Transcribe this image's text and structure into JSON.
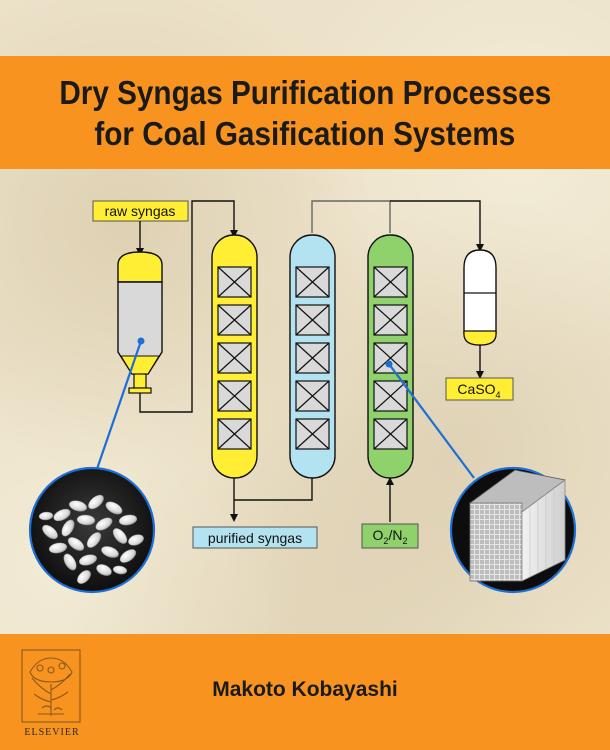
{
  "cover": {
    "title_line1": "Dry Syngas Purification Processes",
    "title_line2": "for Coal Gasification Systems",
    "author": "Makoto Kobayashi",
    "publisher": "ELSEVIER"
  },
  "diagram": {
    "labels": {
      "raw_syngas": "raw syngas",
      "purified_syngas": "purified syngas",
      "caso4_main": "CaSO",
      "caso4_sub": "4",
      "o2n2_o": "O",
      "o2n2_sub": "2",
      "o2n2_rest": "/N",
      "o2n2_sub2": "2"
    },
    "colors": {
      "band": "#f7931e",
      "yellow": "#ffee33",
      "light_blue": "#b3e2f0",
      "green": "#8fd16a",
      "grey": "#d9d9d9"
    },
    "icons": {
      "pellets": "sorbent-pellets-photo",
      "honeycomb": "honeycomb-monolith-photo"
    }
  }
}
